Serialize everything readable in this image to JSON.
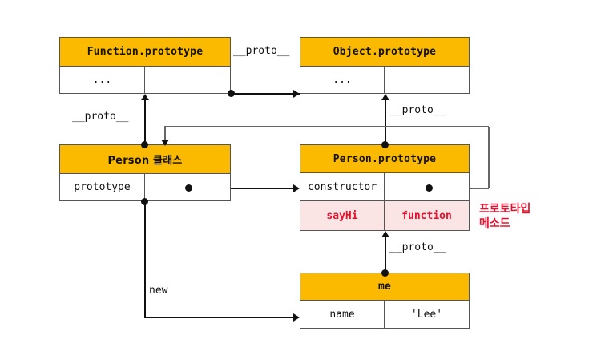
{
  "diagram": {
    "title": "JavaScript prototype chain diagram",
    "colors": {
      "header_fill": "#FBBA00",
      "box_border": "#555555",
      "pink_fill": "#FBE4E4",
      "accent_red": "#E8112D",
      "line": "#111111",
      "background": "#FFFFFF"
    },
    "nodes": [
      {
        "id": "function-prototype",
        "title": "Function.prototype",
        "rows": [
          {
            "left": "...",
            "right": ""
          }
        ]
      },
      {
        "id": "object-prototype",
        "title": "Object.prototype",
        "rows": [
          {
            "left": "...",
            "right": ""
          }
        ]
      },
      {
        "id": "person-class",
        "title": "Person 클래스",
        "rows": [
          {
            "left": "prototype",
            "right": ""
          }
        ]
      },
      {
        "id": "person-prototype",
        "title": "Person.prototype",
        "rows": [
          {
            "left": "constructor",
            "right": ""
          },
          {
            "left": "sayHi",
            "right": "function"
          }
        ]
      },
      {
        "id": "me",
        "title": "me",
        "rows": [
          {
            "left": "name",
            "right": "'Lee'"
          }
        ]
      }
    ],
    "edges": [
      {
        "id": "fnproto-to-objproto",
        "label": "__proto__"
      },
      {
        "id": "personclass-to-fnproto",
        "label": "__proto__"
      },
      {
        "id": "personproto-to-objproto",
        "label": "__proto__"
      },
      {
        "id": "me-to-personproto",
        "label": "__proto__"
      },
      {
        "id": "personclass-new-me",
        "label": "new"
      },
      {
        "id": "personclass-prototype-to-personproto",
        "label": ""
      },
      {
        "id": "constructor-to-personclass",
        "label": ""
      }
    ],
    "annotations": [
      {
        "id": "prototype-method-note",
        "text": "프로토타입\n메소드"
      }
    ]
  }
}
